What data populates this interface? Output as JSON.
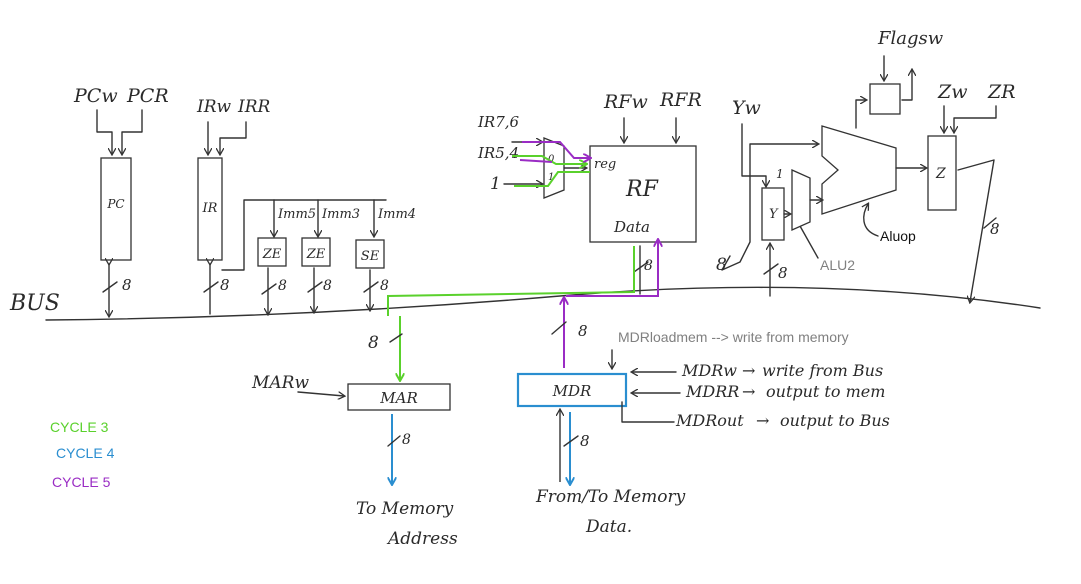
{
  "colors": {
    "ink": "#333333",
    "cycle3": "#5ad12c",
    "cycle4": "#2a8ed0",
    "cycle5": "#9a2cc4",
    "annotation": "#808080"
  },
  "bus_label": "BUS",
  "pc": {
    "label": "PC",
    "sig_w": "PCw",
    "sig_r": "PCR",
    "width": "8"
  },
  "ir": {
    "label": "IR",
    "sig_w": "IRw",
    "sig_r": "IRR",
    "width": "8"
  },
  "imm": [
    {
      "field": "Imm5",
      "ext": "ZE",
      "width": "8"
    },
    {
      "field": "Imm3",
      "ext": "ZE",
      "width": "8"
    },
    {
      "field": "Imm4",
      "ext": "SE",
      "width": "8"
    }
  ],
  "rf": {
    "label": "RF",
    "data_out": "Data",
    "reg_port": "reg",
    "sig_w": "RFw",
    "sig_r": "RFR",
    "src1": "IR7,6",
    "src2": "IR5,4",
    "const": "1",
    "mux_in0": "0",
    "mux_in1": "1",
    "width": "8"
  },
  "alu": {
    "y_reg": "Y",
    "y_sig": "Yw",
    "z_reg": "Z",
    "zw": "Zw",
    "zr": "ZR",
    "flags": "Flagsw",
    "op": "Aluop",
    "alu2": "ALU2",
    "mux_in1": "1",
    "width_y": "8",
    "width_bus": "8",
    "width_z": "8"
  },
  "mar": {
    "label": "MAR",
    "sig": "MARw",
    "width_in": "8",
    "width_out": "8",
    "dest_line1": "To Memory",
    "dest_line2": "Address"
  },
  "mdr": {
    "label": "MDR",
    "width_bus": "8",
    "width_mem": "8",
    "note": "MDRloadmem --> write from memory",
    "signals": [
      {
        "name": "MDRw",
        "desc": "write from Bus"
      },
      {
        "name": "MDRR",
        "desc": "output to mem"
      },
      {
        "name": "MDRout",
        "desc": "output to Bus"
      }
    ],
    "dest_line1": "From/To Memory",
    "dest_line2": "Data."
  },
  "legend": [
    {
      "label": "CYCLE 3",
      "color": "#5ad12c"
    },
    {
      "label": "CYCLE 4",
      "color": "#2a8ed0"
    },
    {
      "label": "CYCLE 5",
      "color": "#9a2cc4"
    }
  ]
}
